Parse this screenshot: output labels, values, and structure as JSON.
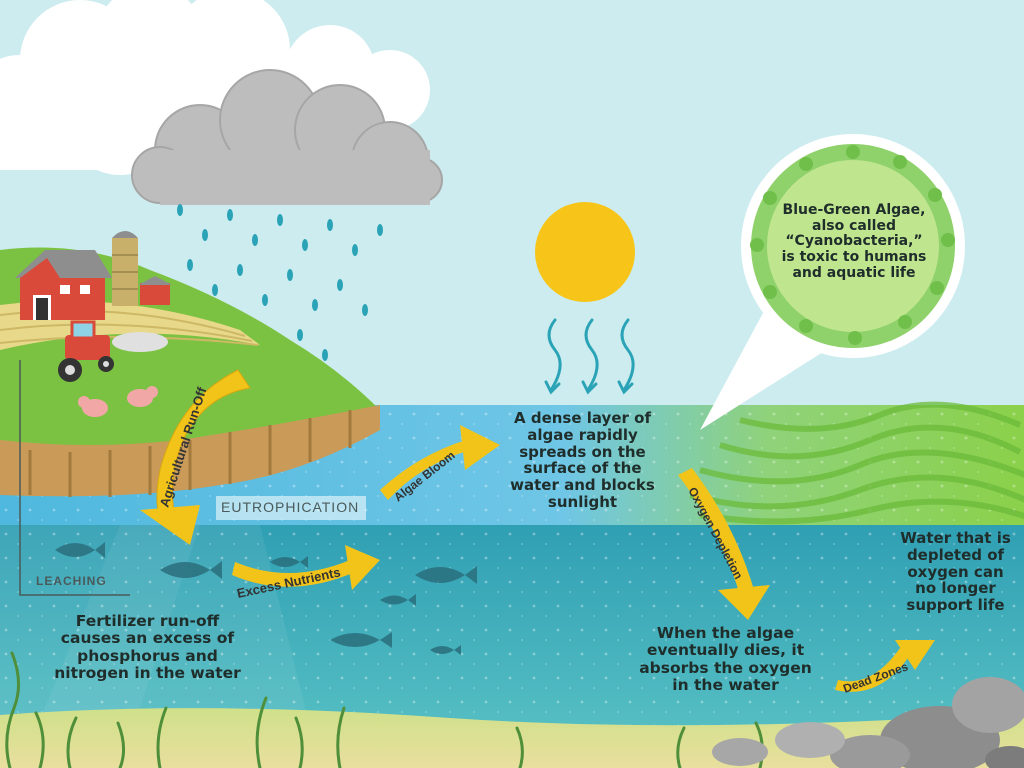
{
  "colors": {
    "sky": "#cdecef",
    "water_surface": "#5fc0e0",
    "underwater": "#2f9cb1",
    "algae_green": "#8bd14a",
    "grass": "#7cc242",
    "arrow_yellow": "#f2c41a",
    "sun": "#f7c51a",
    "cloud": "#ffffff",
    "rain": "#2aa3b6"
  },
  "icons": [
    "cloud-icon",
    "rain-icon",
    "sun-icon",
    "barn-icon",
    "silo-icon",
    "tractor-icon",
    "pig-icon",
    "fish-icon",
    "bird-icon",
    "rock-icon",
    "seaweed-icon",
    "heat-wave-icon"
  ],
  "arrows": {
    "agricultural_runoff": "Agricultural Run-Off",
    "excess_nutrients": "Excess Nutrients",
    "algae_bloom": "Algae Bloom",
    "oxygen_depletion": "Oxygen Depletion",
    "dead_zones": "Dead Zones"
  },
  "tags": {
    "eutrophication": "EUTROPHICATION",
    "leaching": "LEACHING"
  },
  "texts": {
    "fertilizer": [
      "Fertilizer run-off",
      "causes an excess of",
      "phosphorus and",
      "nitrogen in the water"
    ],
    "algae_layer": [
      "A dense layer of",
      "algae rapidly",
      "spreads on the",
      "surface of the",
      "water and blocks",
      "sunlight"
    ],
    "algae_dies": [
      "When the algae",
      "eventually dies, it",
      "absorbs the oxygen",
      "in the water"
    ],
    "depleted": [
      "Water that is",
      "depleted of",
      "oxygen can",
      "no longer",
      "support life"
    ],
    "cyanobacteria": [
      "Blue-Green Algae,",
      "also called",
      "“Cyanobacteria,”",
      "is toxic to humans",
      "and aquatic life"
    ]
  }
}
